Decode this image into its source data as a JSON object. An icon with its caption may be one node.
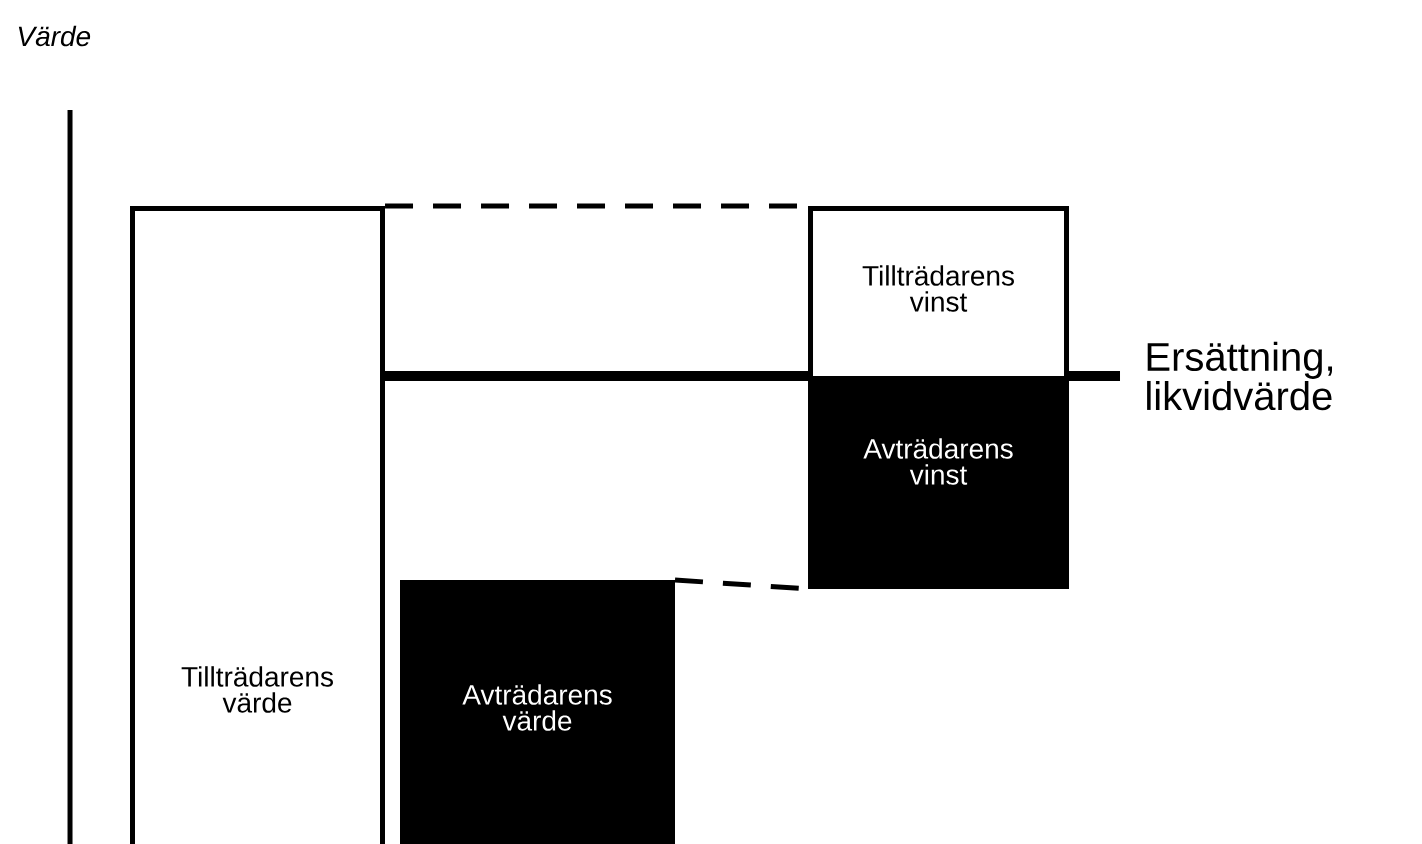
{
  "diagram": {
    "nodes": [
      {
        "text": [
          "Tillträdarens värde"
        ]
      },
      {
        "text": [
          "Tillträdarens vinst"
        ]
      },
      {
        "text": [
          "Avträdarens vinst"
        ]
      },
      {
        "text": [
          "Avträdarens värde"
        ]
      }
    ],
    "edges": [
      {
        "from": 0,
        "to": 1,
        "arrow": "none",
        "style": "dashed"
      },
      {
        "from": 3,
        "to": 2,
        "arrow": "none",
        "style": "dashed"
      }
    ],
    "labels": [
      "Värde",
      "Ersättning, likvidvärde"
    ]
  }
}
